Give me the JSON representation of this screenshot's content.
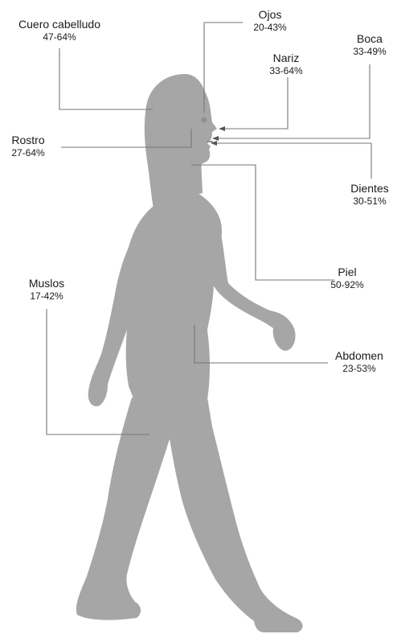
{
  "labels": {
    "scalp": {
      "name": "Cuero cabelludo",
      "range": "47-64%"
    },
    "eyes": {
      "name": "Ojos",
      "range": "20-43%"
    },
    "mouth": {
      "name": "Boca",
      "range": "33-49%"
    },
    "nose": {
      "name": "Nariz",
      "range": "33-64%"
    },
    "face": {
      "name": "Rostro",
      "range": "27-64%"
    },
    "teeth": {
      "name": "Dientes",
      "range": "30-51%"
    },
    "skin": {
      "name": "Piel",
      "range": "50-92%"
    },
    "thighs": {
      "name": "Muslos",
      "range": "17-42%"
    },
    "abdomen": {
      "name": "Abdomen",
      "range": "23-53%"
    }
  },
  "colors": {
    "silhouette": "#a6a6a6",
    "lines": "#777777",
    "text": "#1a1a1a"
  }
}
